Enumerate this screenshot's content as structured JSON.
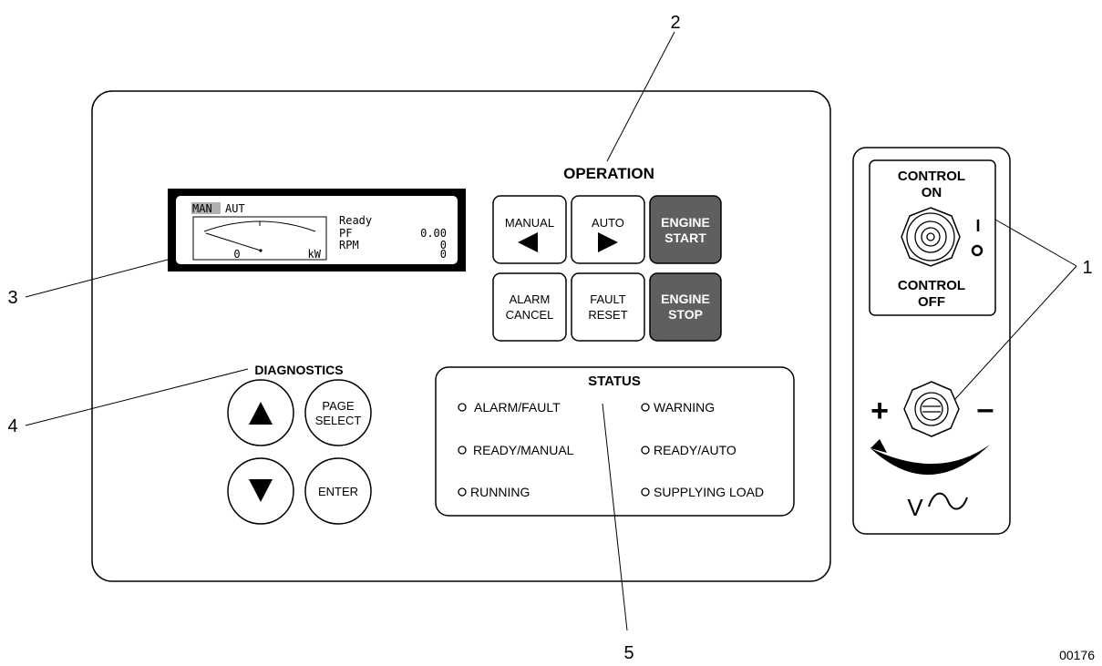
{
  "callouts": {
    "c1": "1",
    "c2": "2",
    "c3": "3",
    "c4": "4",
    "c5": "5"
  },
  "figure_id": "00176",
  "display": {
    "mode_man": "MAN",
    "mode_aut": "AUT",
    "status_text": "Ready",
    "pf_label": "PF",
    "pf_value": "0.00",
    "rpm_label": "RPM",
    "rpm_value": "0",
    "kw_value": "0",
    "meter_value": "0",
    "meter_unit": "kW"
  },
  "operation": {
    "title": "OPERATION",
    "manual": "MANUAL",
    "auto": "AUTO",
    "engine_start_1": "ENGINE",
    "engine_start_2": "START",
    "alarm_cancel_1": "ALARM",
    "alarm_cancel_2": "CANCEL",
    "fault_reset_1": "FAULT",
    "fault_reset_2": "RESET",
    "engine_stop_1": "ENGINE",
    "engine_stop_2": "STOP"
  },
  "diagnostics": {
    "title": "DIAGNOSTICS",
    "page_select_1": "PAGE",
    "page_select_2": "SELECT",
    "enter": "ENTER"
  },
  "status": {
    "title": "STATUS",
    "alarm_fault": "ALARM/FAULT",
    "warning": "WARNING",
    "ready_manual": "READY/MANUAL",
    "ready_auto": "READY/AUTO",
    "running": "RUNNING",
    "supplying_load": "SUPPLYING LOAD"
  },
  "control": {
    "on_1": "CONTROL",
    "on_2": "ON",
    "off_1": "CONTROL",
    "off_2": "OFF",
    "on_symbol": "I",
    "off_symbol": "O",
    "plus": "+",
    "minus": "–",
    "voltage_symbol": "V"
  },
  "colors": {
    "engine_button": "#5f5f5f",
    "mode_highlight": "#b0b0b0"
  }
}
